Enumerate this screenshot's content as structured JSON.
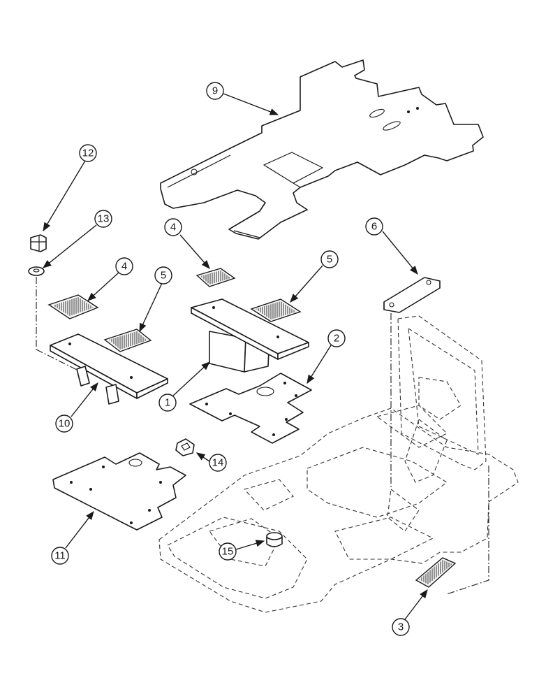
{
  "callouts": {
    "c1": "1",
    "c2": "2",
    "c3": "3",
    "c4a": "4",
    "c4b": "4",
    "c5a": "5",
    "c5b": "5",
    "c6": "6",
    "c9": "9",
    "c10": "10",
    "c11": "11",
    "c12": "12",
    "c13": "13",
    "c14": "14",
    "c15": "15"
  },
  "colors": {
    "line": "#1a1a1a",
    "background": "#ffffff",
    "mat_fill": "#f4f4f4"
  }
}
